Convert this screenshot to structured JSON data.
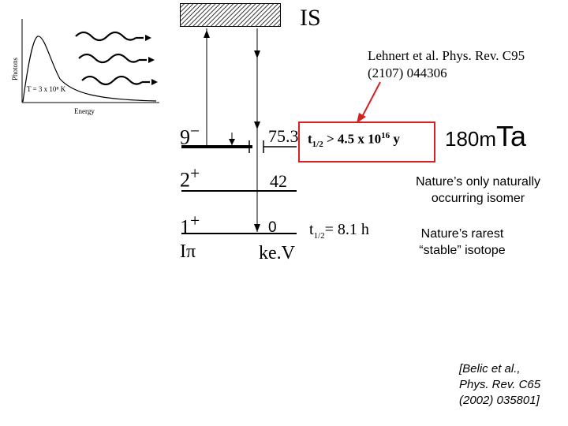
{
  "source_box": {
    "label": "IS"
  },
  "inset_plot": {
    "ylabel": "Photons",
    "xlabel": "Energy",
    "annotation": "T = 3 x 10⁸ K"
  },
  "reference_top": {
    "line1": "Lehnert et al. Phys. Rev. C95",
    "line2": "(2107) 044306"
  },
  "halflife_box": {
    "t": "t",
    "sub": "1/2",
    "mid": " > 4.5 x 10",
    "sup": "16",
    "unit": " y"
  },
  "isomer": {
    "mass": "180m",
    "element": "Ta"
  },
  "levels": [
    {
      "spin": "9",
      "parity": "−",
      "energy": "75.3"
    },
    {
      "spin": "2",
      "parity": "+",
      "energy": "42"
    },
    {
      "spin": "1",
      "parity": "+",
      "energy": "0"
    }
  ],
  "columns": {
    "spin_parity": "Iπ",
    "energy_unit": "ke.V"
  },
  "ground_halflife": {
    "t": "t",
    "sub": "1/2",
    "rest": "= 8.1 h"
  },
  "notes": {
    "isomer": "Nature’s only naturally occurring isomer",
    "stable": "Nature’s rarest “stable” isotope"
  },
  "reference_bottom": {
    "line1": "[Belic et al.,",
    "line2": "Phys. Rev. C65",
    "line3": "(2002) 035801]"
  },
  "colors": {
    "arrow": "#d92020",
    "ink": "#000000"
  }
}
